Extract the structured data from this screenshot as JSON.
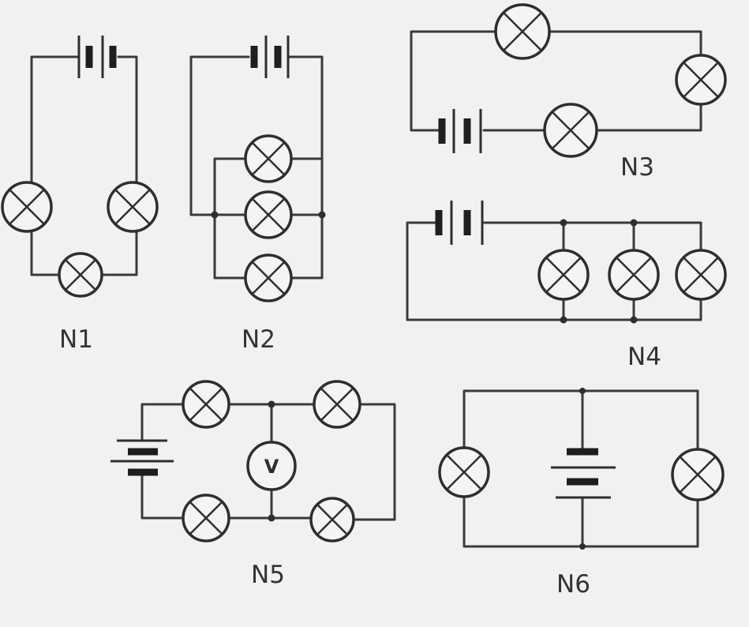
{
  "circuits": [
    {
      "id": "n1",
      "label": "N1"
    },
    {
      "id": "n2",
      "label": "N2"
    },
    {
      "id": "n3",
      "label": "N3"
    },
    {
      "id": "n4",
      "label": "N4"
    },
    {
      "id": "n5",
      "label": "N5",
      "meter_symbol": "V"
    },
    {
      "id": "n6",
      "label": "N6"
    }
  ],
  "icons": {
    "lamp": "lamp-icon",
    "battery": "battery-icon",
    "voltmeter": "voltmeter-icon"
  }
}
